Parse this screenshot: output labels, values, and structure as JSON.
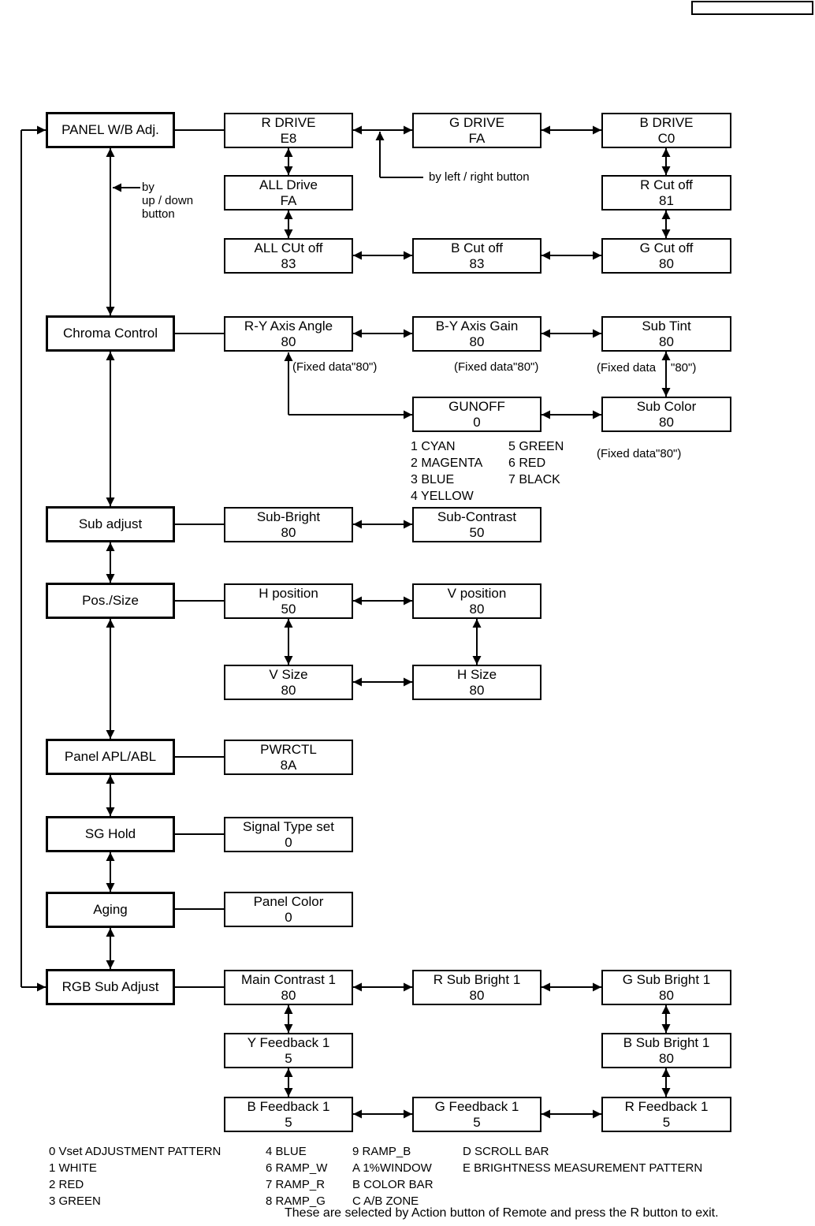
{
  "page": {
    "footer": "These are selected by Action button of Remote and press the R button to exit."
  },
  "menu": {
    "panel_wb": "PANEL W/B Adj.",
    "chroma": "Chroma Control",
    "sub_adjust": "Sub adjust",
    "pos_size": "Pos./Size",
    "panel_apl": "Panel APL/ABL",
    "sg_hold": "SG Hold",
    "aging": "Aging",
    "rgb_sub": "RGB Sub Adjust"
  },
  "nodes": {
    "r_drive": {
      "label": "R DRIVE",
      "value": "E8"
    },
    "g_drive": {
      "label": "G DRIVE",
      "value": "FA"
    },
    "b_drive": {
      "label": "B DRIVE",
      "value": "C0"
    },
    "all_drive": {
      "label": "ALL Drive",
      "value": "FA"
    },
    "r_cutoff": {
      "label": "R Cut off",
      "value": "81"
    },
    "all_cutoff": {
      "label": "ALL CUt off",
      "value": "83"
    },
    "b_cutoff": {
      "label": "B Cut off",
      "value": "83"
    },
    "g_cutoff": {
      "label": "G Cut off",
      "value": "80"
    },
    "ry_axis": {
      "label": "R-Y Axis Angle",
      "value": "80"
    },
    "by_axis": {
      "label": "B-Y Axis Gain",
      "value": "80"
    },
    "sub_tint": {
      "label": "Sub Tint",
      "value": "80"
    },
    "gunoff": {
      "label": "GUNOFF",
      "value": "0"
    },
    "sub_color": {
      "label": "Sub Color",
      "value": "80"
    },
    "sub_bright": {
      "label": "Sub-Bright",
      "value": "80"
    },
    "sub_contrast": {
      "label": "Sub-Contrast",
      "value": "50"
    },
    "h_position": {
      "label": "H position",
      "value": "50"
    },
    "v_position": {
      "label": "V position",
      "value": "80"
    },
    "v_size": {
      "label": "V Size",
      "value": "80"
    },
    "h_size": {
      "label": "H Size",
      "value": "80"
    },
    "pwrctl": {
      "label": "PWRCTL",
      "value": "8A"
    },
    "signal_type": {
      "label": "Signal Type set",
      "value": "0"
    },
    "panel_color": {
      "label": "Panel Color",
      "value": "0"
    },
    "main_contrast": {
      "label": "Main Contrast 1",
      "value": "80"
    },
    "r_sub_bright": {
      "label": "R Sub Bright 1",
      "value": "80"
    },
    "g_sub_bright": {
      "label": "G Sub Bright 1",
      "value": "80"
    },
    "y_feedback": {
      "label": "Y Feedback 1",
      "value": "5"
    },
    "b_sub_bright": {
      "label": "B Sub Bright 1",
      "value": "80"
    },
    "b_feedback": {
      "label": "B Feedback 1",
      "value": "5"
    },
    "g_feedback": {
      "label": "G Feedback 1",
      "value": "5"
    },
    "r_feedback": {
      "label": "R Feedback 1",
      "value": "5"
    }
  },
  "annotations": {
    "up_down": [
      "by",
      "up / down",
      "button"
    ],
    "left_right": "by left / right button",
    "fixed_ry": "(Fixed data\"80\")",
    "fixed_by": "(Fixed data\"80\")",
    "fixed_tint_left": "(Fixed data",
    "fixed_tint_right": "\"80\")",
    "fixed_color": "(Fixed data\"80\")",
    "gunoff_col1": [
      "1 CYAN",
      "2 MAGENTA",
      "3 BLUE",
      "4 YELLOW"
    ],
    "gunoff_col2": [
      "5 GREEN",
      "6 RED",
      "7 BLACK"
    ]
  },
  "legend": {
    "col1": [
      "0 Vset ADJUSTMENT PATTERN",
      "1 WHITE",
      "2 RED",
      "3 GREEN"
    ],
    "col2": [
      "4 BLUE",
      "6 RAMP_W",
      "7 RAMP_R",
      "8 RAMP_G"
    ],
    "col3": [
      "9 RAMP_B",
      "A 1%WINDOW",
      "B COLOR BAR",
      "C A/B ZONE"
    ],
    "col4": [
      "D SCROLL BAR",
      "E BRIGHTNESS MEASUREMENT PATTERN"
    ]
  },
  "colors": {
    "ink": "#000000",
    "paper": "#ffffff"
  }
}
